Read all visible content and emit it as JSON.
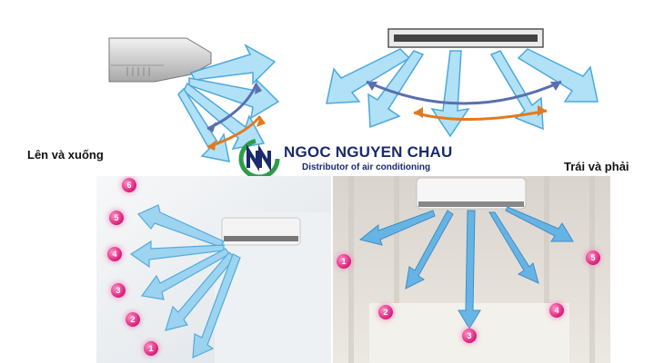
{
  "labels": {
    "up_down": "Lên và xuống",
    "left_right": "Trái và phải"
  },
  "logo": {
    "name": "NGOC NGUYEN CHAU",
    "tagline": "Distributor of air conditioning",
    "monogram": "NN"
  },
  "left_photo": {
    "positions": [
      "6",
      "5",
      "4",
      "3",
      "2",
      "1"
    ]
  },
  "right_photo": {
    "positions": [
      "1",
      "2",
      "3",
      "4",
      "5"
    ]
  },
  "colors": {
    "airflow_blue": "#8fd3f4",
    "arrow_outline": "#3a9fd8",
    "arc_orange": "#e07a1f",
    "arc_purple": "#5a6fb0",
    "badge_pink": "#d81b7a",
    "logo_navy": "#1a2a6c",
    "logo_green": "#2e9d4a"
  }
}
